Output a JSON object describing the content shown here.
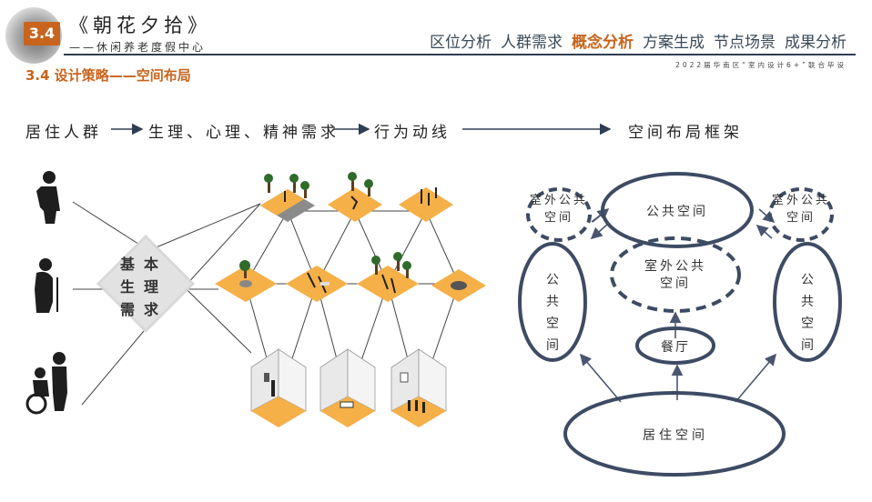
{
  "header": {
    "section_number": "3.4",
    "brand_title": "《朝花夕拾》",
    "brand_subtitle": "——休闲养老度假中心",
    "nav": [
      {
        "label": "区位分析",
        "active": false
      },
      {
        "label": "人群需求",
        "active": false
      },
      {
        "label": "概念分析",
        "active": true
      },
      {
        "label": "方案生成",
        "active": false
      },
      {
        "label": "节点场景",
        "active": false
      },
      {
        "label": "成果分析",
        "active": false
      }
    ],
    "footer_note": "2022届华南区“室内设计6+”联合毕设"
  },
  "section_title": "3.4 设计策略——空间布局",
  "flow": {
    "step1": "居住人群",
    "step2": "生理、心理、精神需求",
    "step3": "行为动线",
    "step4": "空间布局框架"
  },
  "diagram": {
    "center_node": "基本生理需求",
    "circles": {
      "public_top": "公共空间",
      "outdoor_left": "室外公共空间",
      "outdoor_right": "室外公共空间",
      "outdoor_center": "室外公共空间",
      "public_left": "公共空间",
      "public_right": "公共空间",
      "dining": "餐厅",
      "living": "居住空间"
    }
  },
  "colors": {
    "accent": "#c8641d",
    "navy": "#2e3e52",
    "tile": "#f5b048",
    "circle_stroke": "#3d4b63"
  }
}
